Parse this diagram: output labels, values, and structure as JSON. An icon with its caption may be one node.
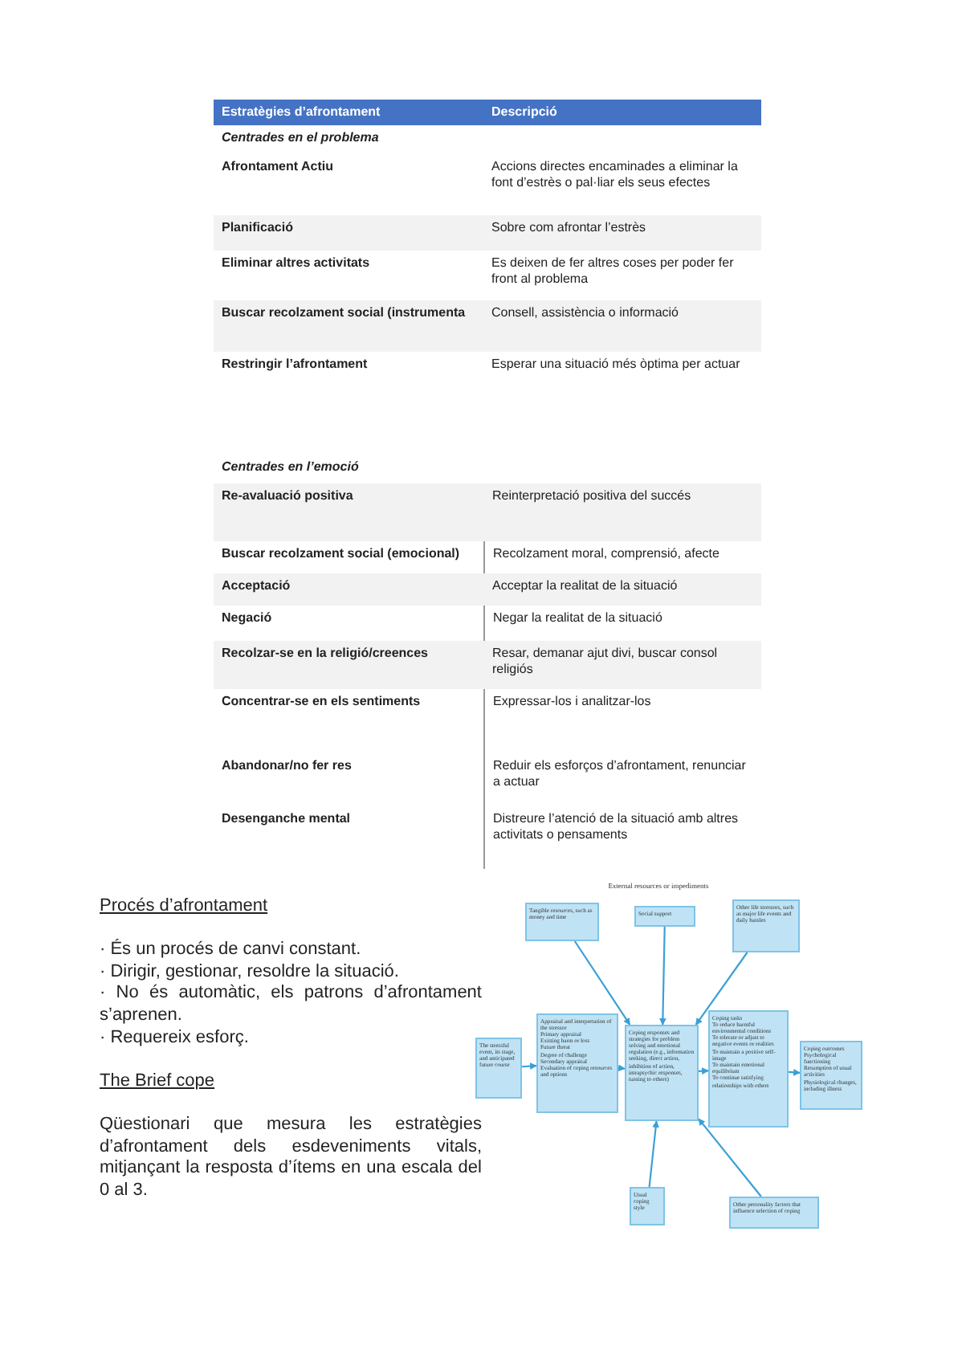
{
  "diagram": {
    "nodes": [
      {
        "text": [
          "Tangible resources, such as money and time"
        ]
      },
      {
        "text": [
          "Social support"
        ]
      },
      {
        "text": [
          "Other life stressors, such as major life events and daily hassles"
        ]
      },
      {
        "text": [
          "The stressful event, its stage, and anticipated future course"
        ]
      },
      {
        "text": [
          "Appraisal and interpretation of the stressor",
          "Primary appraisal",
          "Existing harm or loss",
          "Future threat",
          "Degree of challenge",
          "Secondary appraisal",
          "Evaluation of coping resources and options"
        ]
      },
      {
        "text": [
          "Coping responses and strategies for problem solving and emotional regulation (e.g., information seeking, direct action, inhibition of action, intrapsychic responses, turning to others)"
        ]
      },
      {
        "text": [
          "Coping tasks",
          "To reduce harmful environmental conditions",
          "To tolerate or adjust to negative events or realities",
          "To maintain a positive self-image",
          "To maintain emotional equilibrium",
          "To continue satisfying relationships with others"
        ]
      },
      {
        "text": [
          "Coping outcomes",
          "Psychological functioning",
          "Resumption of usual activities",
          "Physiological changes, including illness"
        ]
      },
      {
        "text": [
          "Usual coping style"
        ]
      },
      {
        "text": [
          "Other personality factors that influence selection of coping"
        ]
      }
    ],
    "edges": [
      {
        "from": 0,
        "to": 5,
        "arrow": "to"
      },
      {
        "from": 1,
        "to": 5,
        "arrow": "to"
      },
      {
        "from": 2,
        "to": 5,
        "arrow": "to"
      },
      {
        "from": 3,
        "to": 4,
        "arrow": "to"
      },
      {
        "from": 4,
        "to": 5,
        "arrow": "to"
      },
      {
        "from": 5,
        "to": 6,
        "arrow": "to"
      },
      {
        "from": 6,
        "to": 7,
        "arrow": "to"
      },
      {
        "from": 8,
        "to": 5,
        "arrow": "to"
      },
      {
        "from": 9,
        "to": 5,
        "arrow": "to"
      }
    ],
    "labels": [
      "Estratègies d’afrontament",
      "Descripció",
      "Centrades en el problema",
      "Afrontament Actiu",
      "Accions directes encaminades a eliminar la font d’estrès o pal·liar els seus efectes",
      "Planificació",
      "Sobre com afrontar l’estrès",
      "Eliminar altres activitats",
      "Es deixen de fer altres coses per poder fer front al problema",
      "Buscar recolzament social (instrumenta",
      "Consell, assistència o informació",
      "Restringir l’afrontament",
      "Esperar una situació més òptima per actuar",
      "Centrades en l’emoció",
      "Re-avaluació positiva",
      "Reinterpretació positiva del succés",
      "Buscar recolzament social (emocional)",
      "Recolzament moral, comprensió, afecte",
      "Acceptació",
      "Acceptar la realitat de la situació",
      "Negació",
      "Negar la realitat de la situació",
      "Recolzar-se en la religió/creences",
      "Resar, demanar ajut divi, buscar consol religiós",
      "Concentrar-se en els sentiments",
      "Expressar-los i analitzar-los",
      "Abandonar/no fer res",
      "Reduir els esforços d’afrontament, renunciar a actuar",
      "Desenganche mental",
      "Distreure l’atenció de la situació amb altres activitats o pensaments",
      "Procés d’afrontament",
      "· És un procés de canvi constant.",
      "· Dirigir, gestionar, resoldre la situació.",
      "· No és automàtic, els patrons d’afrontament s’aprenen.",
      "· Requereix esforç.",
      "The Brief cope",
      "Qüestionari que mesura les estratègies d’afrontament dels esdeveniments vitals, mitjançant la resposta d’ítems en una escala del 0 al 3.",
      "External resources or impediments"
    ]
  }
}
